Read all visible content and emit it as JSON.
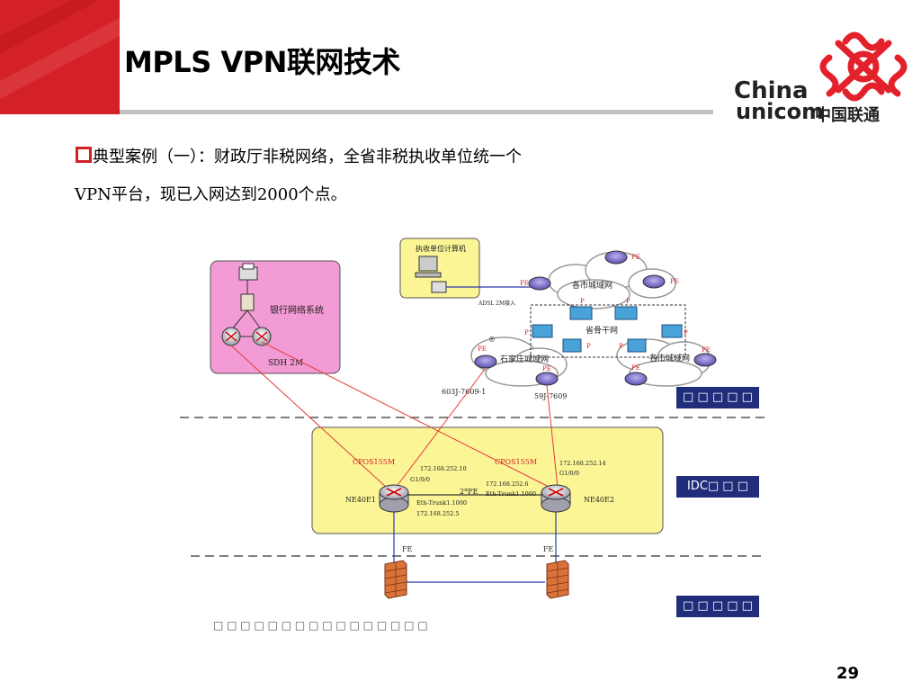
{
  "slide": {
    "title": "MPLS VPN联网技术",
    "bullet_line1": "典型案例（一）：财政厅非税网络，全省非税执收单位统一个",
    "bullet_line2": "VPN平台，现已入网达到2000个点。",
    "page_number": "29"
  },
  "logo": {
    "brand_en_1": "China",
    "brand_en_2": "unicom",
    "brand_cn": "中国联通",
    "color": "#e3212b"
  },
  "diagram": {
    "bank_box_label": "银行网络系统",
    "bank_link_label": "SDH 2M",
    "collector_box_label": "执收单位计算机",
    "adsl_label": "ADSL 2M接入",
    "city_net_top": "各市城域网",
    "city_net_right": "各市城域网",
    "provincial_backbone": "省骨干网",
    "sjz_metro": "石家庄城域网",
    "registered_mark": "®",
    "pe_label": "PE",
    "p_label": "P",
    "device_left_uplink": "603J-7609-1",
    "device_right_uplink": "59J-7609",
    "cpos_left": "CPOS155M",
    "cpos_right": "CPOS155M",
    "ip_top_left": "172.168.252.10",
    "if_top_left": "G1/0/0",
    "ip_top_right": "172.168.252.14",
    "if_top_right": "G1/0/0",
    "ip_mid_right": "172.168.252.6",
    "trunk_right": "Eth-Trunk1.1000",
    "fe_double": "2*FE",
    "trunk_left": "Eth-Trunk1.1000",
    "ip_bottom_left": "172.168.252.5",
    "router_left": "NE40E1",
    "router_right": "NE40E2",
    "fe_left": "FE",
    "fe_right": "FE",
    "zone_1": "□ □ □ □ □",
    "zone_2": "IDC□ □ □",
    "zone_3": "□ □ □ □ □",
    "footnote": "□ □ □ □ □ □ □ □ □ □ □ □ □ □ □ □"
  },
  "colors": {
    "accent_red": "#d42027",
    "zone_navy": "#1f2d7a",
    "bank_pink": "#f29bd4",
    "idc_yellow": "#fbf596",
    "collector_yellow": "#fbf596",
    "router_purple": "#7c70c9"
  }
}
